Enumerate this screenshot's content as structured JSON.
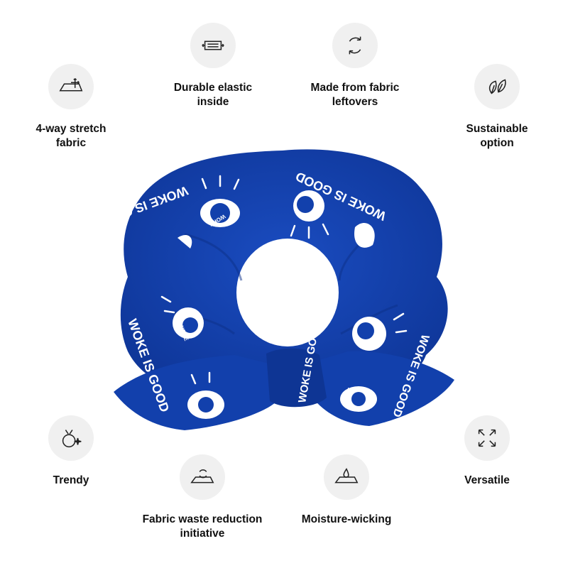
{
  "features": {
    "stretch": "4-way stretch\nfabric",
    "elastic": "Durable elastic\ninside",
    "leftovers": "Made from fabric\nleftovers",
    "sustainable": "Sustainable\noption",
    "trendy": "Trendy",
    "waste": "Fabric waste reduction\ninitiative",
    "moisture": "Moisture-wicking",
    "versatile": "Versatile"
  },
  "product": {
    "print_text": "WOKE IS GOOD",
    "eye_text": "WOKE",
    "fabric_color": "#1240ac",
    "print_color": "#ffffff"
  },
  "colors": {
    "icon_background": "#f0f0f0",
    "text": "#111111"
  }
}
